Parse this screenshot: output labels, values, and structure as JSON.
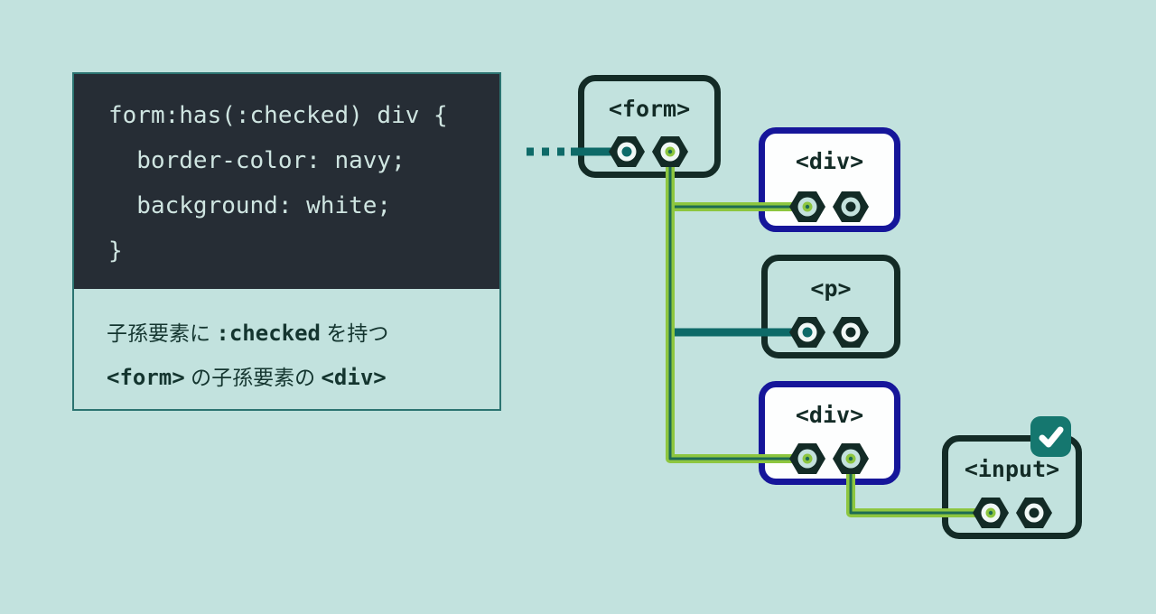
{
  "colors": {
    "bg": "#c2e2de",
    "panel-border": "#2b7471",
    "code-bg": "#262d35",
    "code-text": "#cfe5e1",
    "ink": "#14352f",
    "node-dark": "#132b26",
    "node-navy": "#16169a",
    "node-matched-bg": "#fdfefe",
    "line-teal": "#0e6a68",
    "line-green": "#8dc63f",
    "line-green-core": "#1d6b54",
    "badge": "#15776f",
    "ring-light": "#f1f8f6",
    "ring-mint": "#c4e2dd"
  },
  "code_panel": {
    "lines": [
      "form:has(:checked) div {",
      "  border-color: navy;",
      "  background: white;",
      "}"
    ]
  },
  "caption": {
    "line1": {
      "pre": "子孫要素に ",
      "code": ":checked",
      "post": " を持つ"
    },
    "line2": {
      "code1": "<form>",
      "mid": " の子孫要素の ",
      "code2": "<div>"
    }
  },
  "nodes": [
    {
      "id": "form",
      "label": "<form>",
      "matched": false
    },
    {
      "id": "div-1",
      "label": "<div>",
      "matched": true
    },
    {
      "id": "p",
      "label": "<p>",
      "matched": false
    },
    {
      "id": "div-2",
      "label": "<div>",
      "matched": true
    },
    {
      "id": "input",
      "label": "<input>",
      "matched": false,
      "badge": "checked"
    }
  ],
  "edges": [
    {
      "from": "css-rule",
      "to": "form",
      "style": "teal-dashed"
    },
    {
      "from": "form",
      "to": "div-1",
      "style": "green"
    },
    {
      "from": "form",
      "to": "p",
      "style": "teal"
    },
    {
      "from": "form",
      "to": "div-2",
      "style": "green"
    },
    {
      "from": "div-2",
      "to": "input",
      "style": "green"
    }
  ]
}
